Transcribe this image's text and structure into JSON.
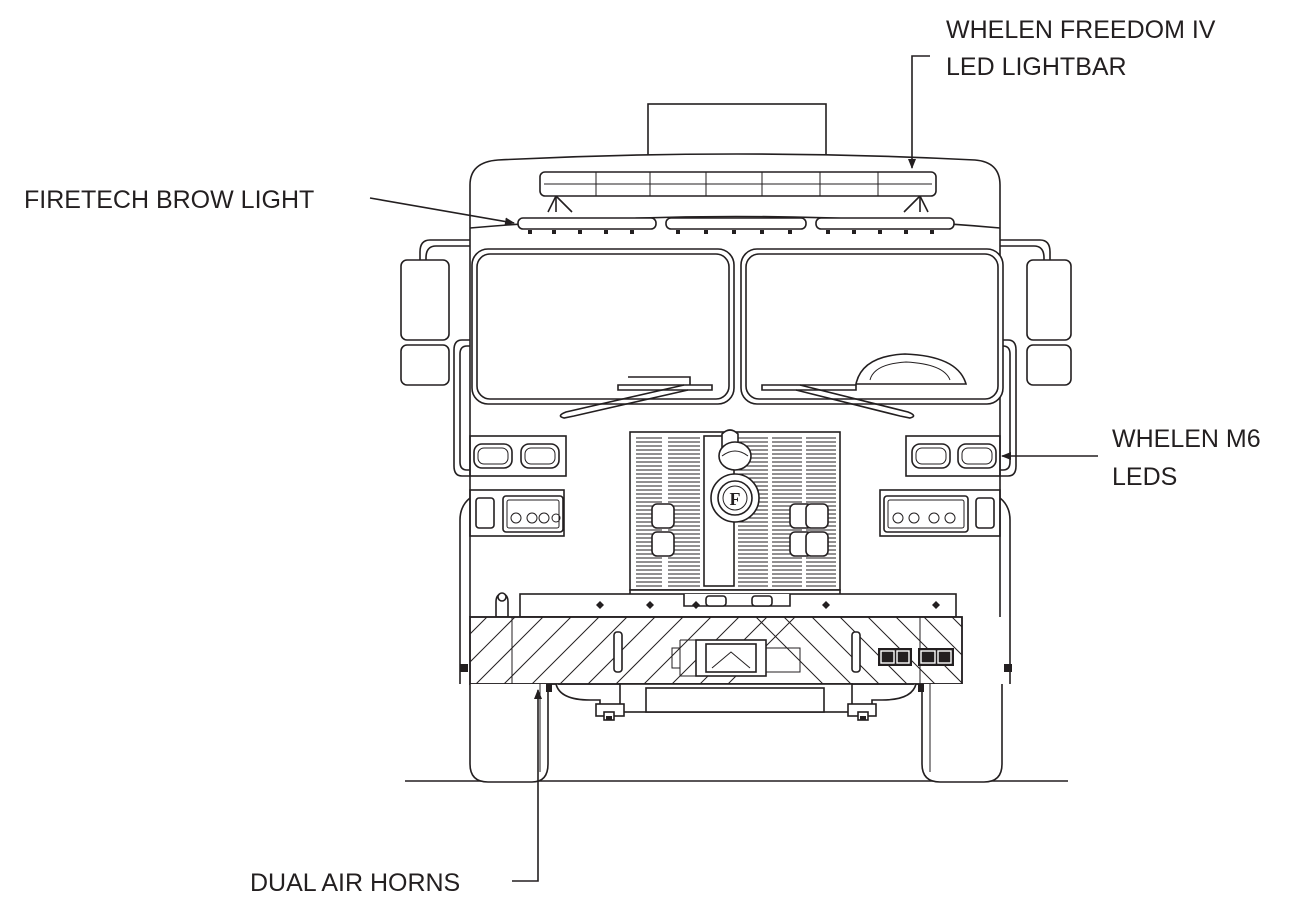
{
  "diagram": {
    "callouts": [
      {
        "id": "lightbar",
        "lines": [
          "WHELEN FREEDOM IV",
          "LED LIGHTBAR"
        ]
      },
      {
        "id": "brow",
        "lines": [
          "FIRETECH BROW LIGHT"
        ]
      },
      {
        "id": "m6",
        "lines": [
          "WHELEN M6",
          "LEDS"
        ]
      },
      {
        "id": "horns",
        "lines": [
          "DUAL AIR HORNS"
        ]
      }
    ],
    "emblem_letter": "F",
    "colors": {
      "ink": "#231f20",
      "paper": "#ffffff"
    }
  }
}
